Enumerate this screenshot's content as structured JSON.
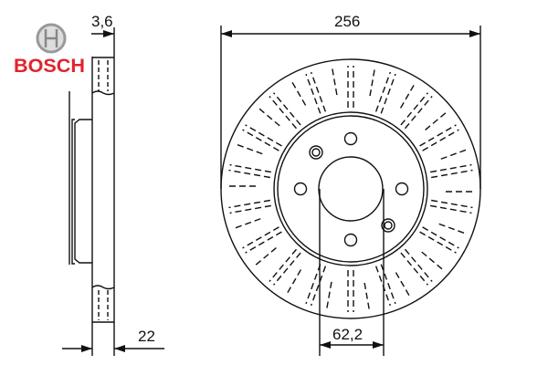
{
  "brand": {
    "name": "BOSCH",
    "color": "#e3222b"
  },
  "dimensions": {
    "outer_diameter": "256",
    "thickness_min": "3,6",
    "thickness": "22",
    "center_bore": "62,2"
  },
  "disc": {
    "bolt_holes": 4,
    "locator_pins": 2,
    "vent_slots": 36
  }
}
